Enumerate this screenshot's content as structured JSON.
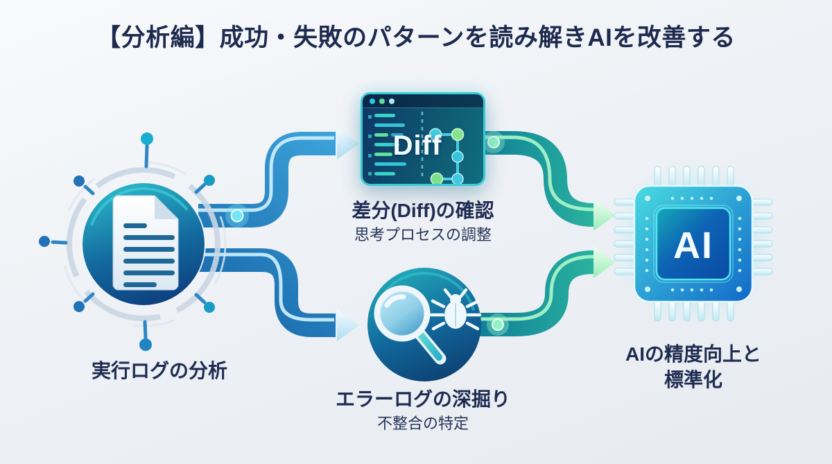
{
  "title": "【分析編】成功・失敗のパターンを読み解きAIを改善する",
  "nodes": {
    "log_analysis": {
      "label": "実行ログの分析",
      "icon": "document-icon"
    },
    "diff_check": {
      "label": "差分(Diff)の確認",
      "sublabel": "思考プロセスの調整",
      "window_title": "Diff",
      "icon": "diff-window-icon"
    },
    "error_log": {
      "label": "エラーログの深掘り",
      "sublabel": "不整合の特定",
      "icon": "magnifier-bug-icon"
    },
    "ai_improvement": {
      "label_line1": "AIの精度向上と",
      "label_line2": "標準化",
      "chip_label": "AI",
      "icon": "ai-chip-icon"
    }
  },
  "colors": {
    "title_text": "#1d2a4e",
    "label_text": "#1e2c52",
    "pipe_blue_dark": "#1565a8",
    "pipe_blue_light": "#3ea5dc",
    "pipe_teal_dark": "#0f7e97",
    "pipe_teal_light": "#2fbda0",
    "node_teal_top": "#29b6c8",
    "node_navy_bottom": "#0d3f7e",
    "chip_teal": "#49dbe2",
    "chip_blue": "#1168c8",
    "background": "#eef1f5"
  }
}
